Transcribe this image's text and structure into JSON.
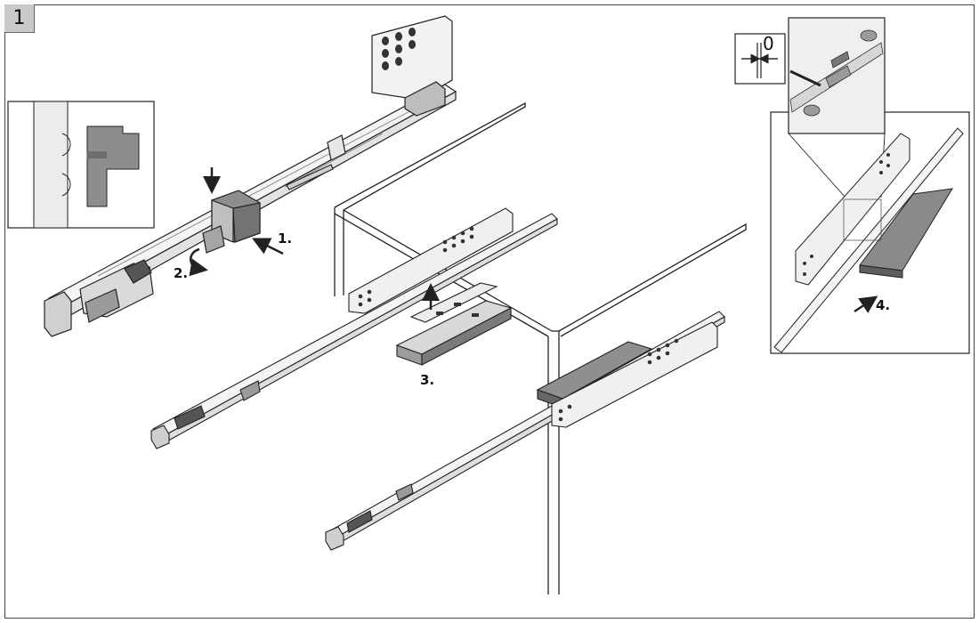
{
  "step_number": "1",
  "labels": {
    "step1": "1.",
    "step2": "2.",
    "step3": "3.",
    "step4": "4.",
    "gap_value": "0"
  },
  "colors": {
    "line": "#222222",
    "rail_fill": "#f2f2f2",
    "part_gray": "#8c8c8c",
    "dark_gray": "#555555",
    "light_gray": "#d4d4d4",
    "step_box": "#c9c9c9"
  }
}
